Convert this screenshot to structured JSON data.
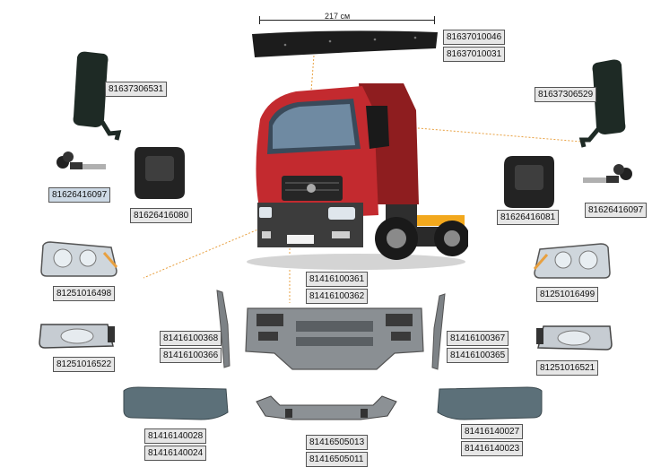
{
  "dimension": "217 см",
  "labels": {
    "visor": [
      "81637010046",
      "81637010031"
    ],
    "mirror_left": "81637306531",
    "mirror_right": "81637306529",
    "key_left": "81626416097",
    "key_right": "81626416097",
    "handle_left": "81626416080",
    "handle_right": "81626416081",
    "headlamp_left": "81251016498",
    "headlamp_right": "81251016499",
    "foglamp_left": "81251016522",
    "foglamp_right": "81251016521",
    "bumper_center": [
      "81416100361",
      "81416100362"
    ],
    "bracket_left": [
      "81416100368",
      "81416100366"
    ],
    "bracket_right": [
      "81416100367",
      "81416100365"
    ],
    "corner_left": [
      "81416140028",
      "81416140024"
    ],
    "corner_right": [
      "81416140027",
      "81416140023"
    ],
    "spoiler": [
      "81416505013",
      "81416505011"
    ]
  }
}
